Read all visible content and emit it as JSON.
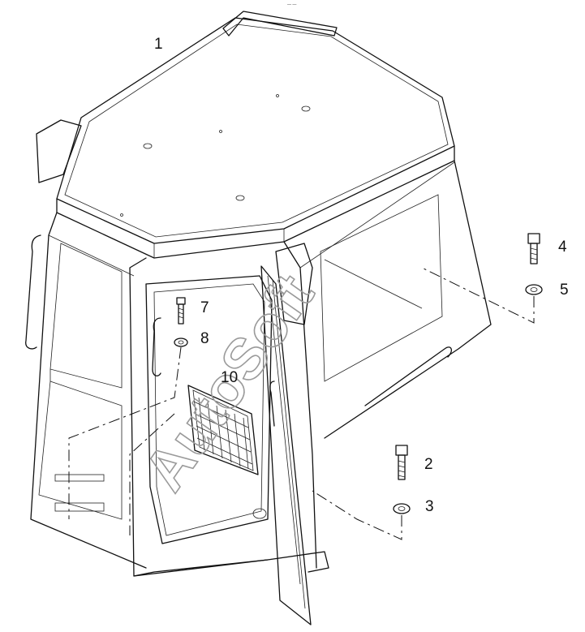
{
  "diagram": {
    "top_note": "— —",
    "watermark": "AutoSoft",
    "callouts": [
      {
        "id": "1",
        "label": "1"
      },
      {
        "id": "2",
        "label": "2"
      },
      {
        "id": "3",
        "label": "3"
      },
      {
        "id": "4",
        "label": "4"
      },
      {
        "id": "5",
        "label": "5"
      },
      {
        "id": "7",
        "label": "7"
      },
      {
        "id": "8",
        "label": "8"
      },
      {
        "id": "10",
        "label": "10"
      }
    ]
  }
}
